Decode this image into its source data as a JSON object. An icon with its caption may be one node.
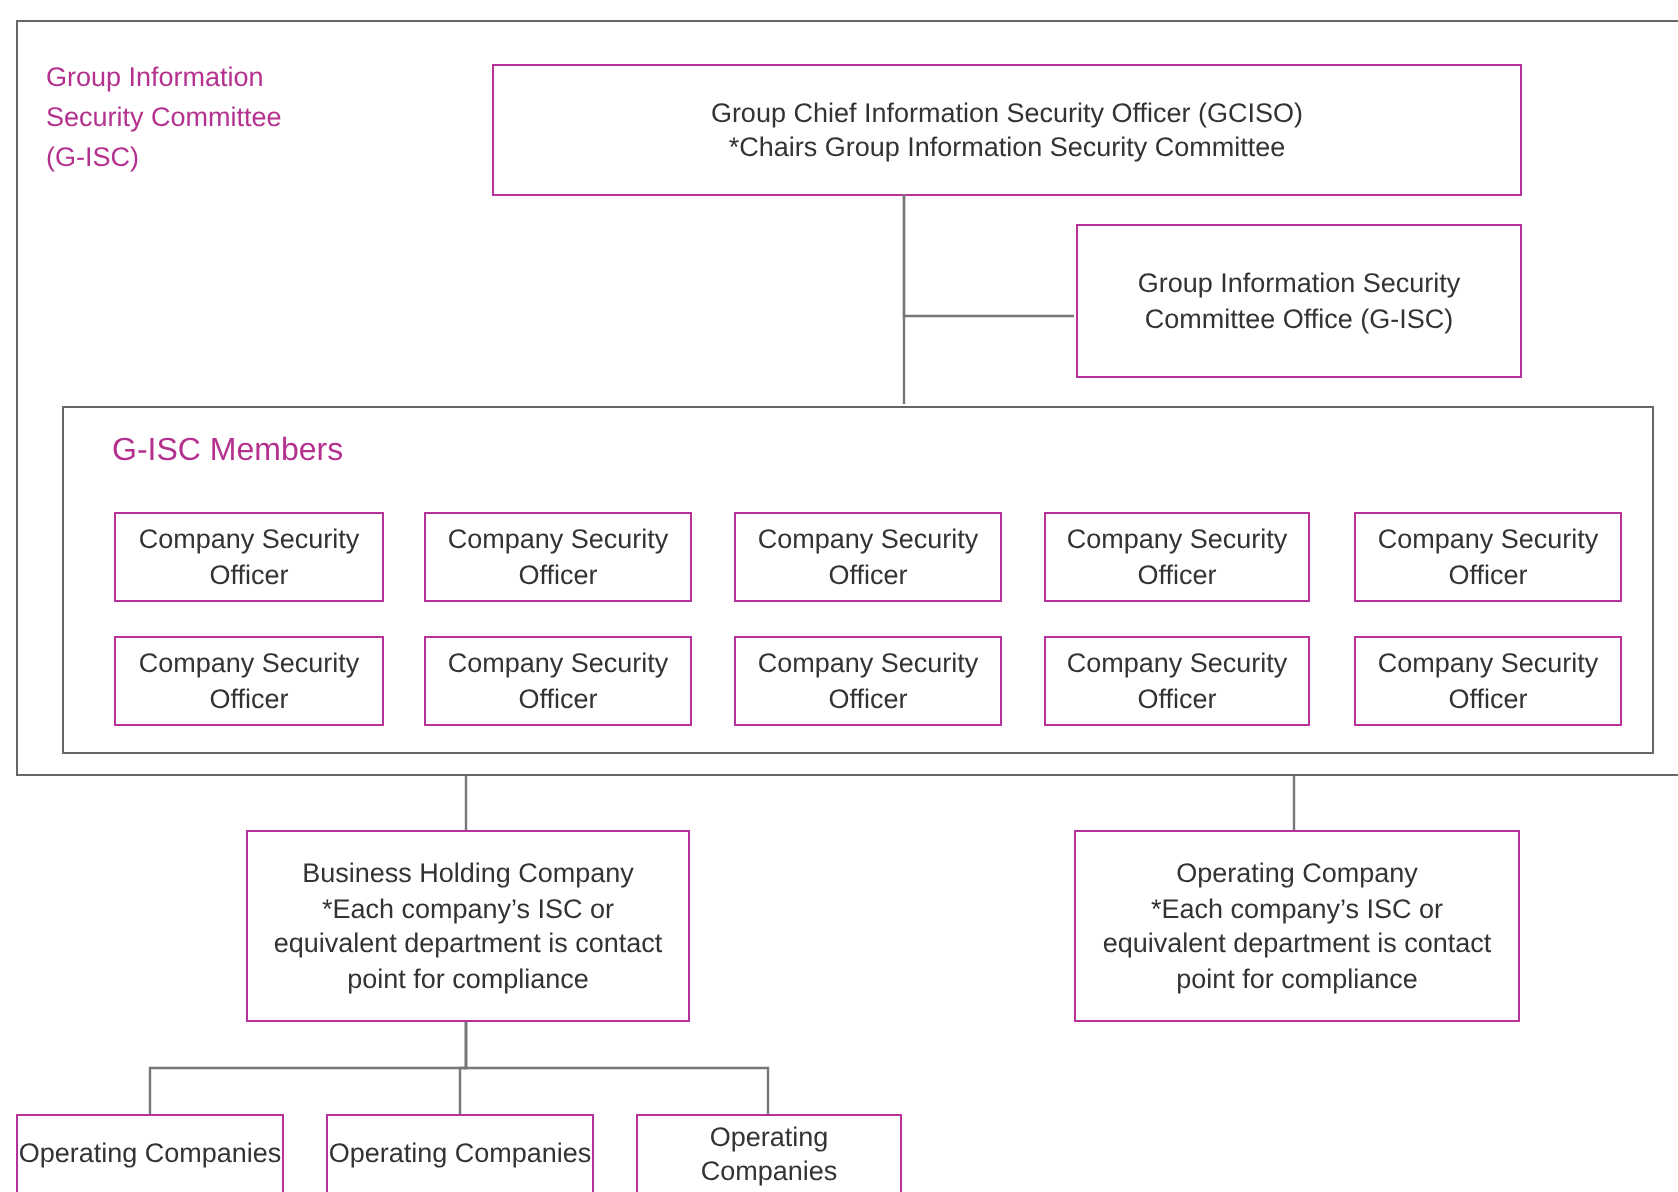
{
  "diagram": {
    "nodes": [
      {
        "text": [
          "Group Information Security Committee (G-ISC)"
        ]
      },
      {
        "text": [
          "Group Chief Information Security Officer (GCISO)",
          "*Chairs Group Information Security Committee"
        ],
        "in": 0
      },
      {
        "text": [
          "Group Information Security Committee Office (G-ISC)"
        ],
        "in": 0
      },
      {
        "text": [
          "G-ISC Members"
        ],
        "in": 0
      },
      {
        "text": [
          "Company Security Officer"
        ],
        "in": 3
      },
      {
        "text": [
          "Company Security Officer"
        ],
        "in": 3
      },
      {
        "text": [
          "Company Security Officer"
        ],
        "in": 3
      },
      {
        "text": [
          "Company Security Officer"
        ],
        "in": 3
      },
      {
        "text": [
          "Company Security Officer"
        ],
        "in": 3
      },
      {
        "text": [
          "Company Security Officer"
        ],
        "in": 3
      },
      {
        "text": [
          "Company Security Officer"
        ],
        "in": 3
      },
      {
        "text": [
          "Company Security Officer"
        ],
        "in": 3
      },
      {
        "text": [
          "Company Security Officer"
        ],
        "in": 3
      },
      {
        "text": [
          "Company Security Officer"
        ],
        "in": 3
      },
      {
        "text": [
          "Business Holding Company",
          "*Each company’s ISC or equivalent department is contact point for compliance"
        ]
      },
      {
        "text": [
          "Operating Company",
          "*Each company’s ISC or equivalent department is contact point for compliance"
        ]
      },
      {
        "text": [
          "Operating Companies"
        ]
      },
      {
        "text": [
          "Operating Companies"
        ]
      },
      {
        "text": [
          "Operating Companies"
        ]
      }
    ],
    "edges": [
      {
        "from": 1,
        "to": 2,
        "arrow": "none"
      },
      {
        "from": 1,
        "to": 3,
        "arrow": "none"
      },
      {
        "from": 0,
        "to": 14,
        "arrow": "none"
      },
      {
        "from": 0,
        "to": 15,
        "arrow": "none"
      },
      {
        "from": 14,
        "to": 16,
        "arrow": "none"
      },
      {
        "from": 14,
        "to": 17,
        "arrow": "none"
      },
      {
        "from": 14,
        "to": 18,
        "arrow": "none"
      }
    ]
  }
}
